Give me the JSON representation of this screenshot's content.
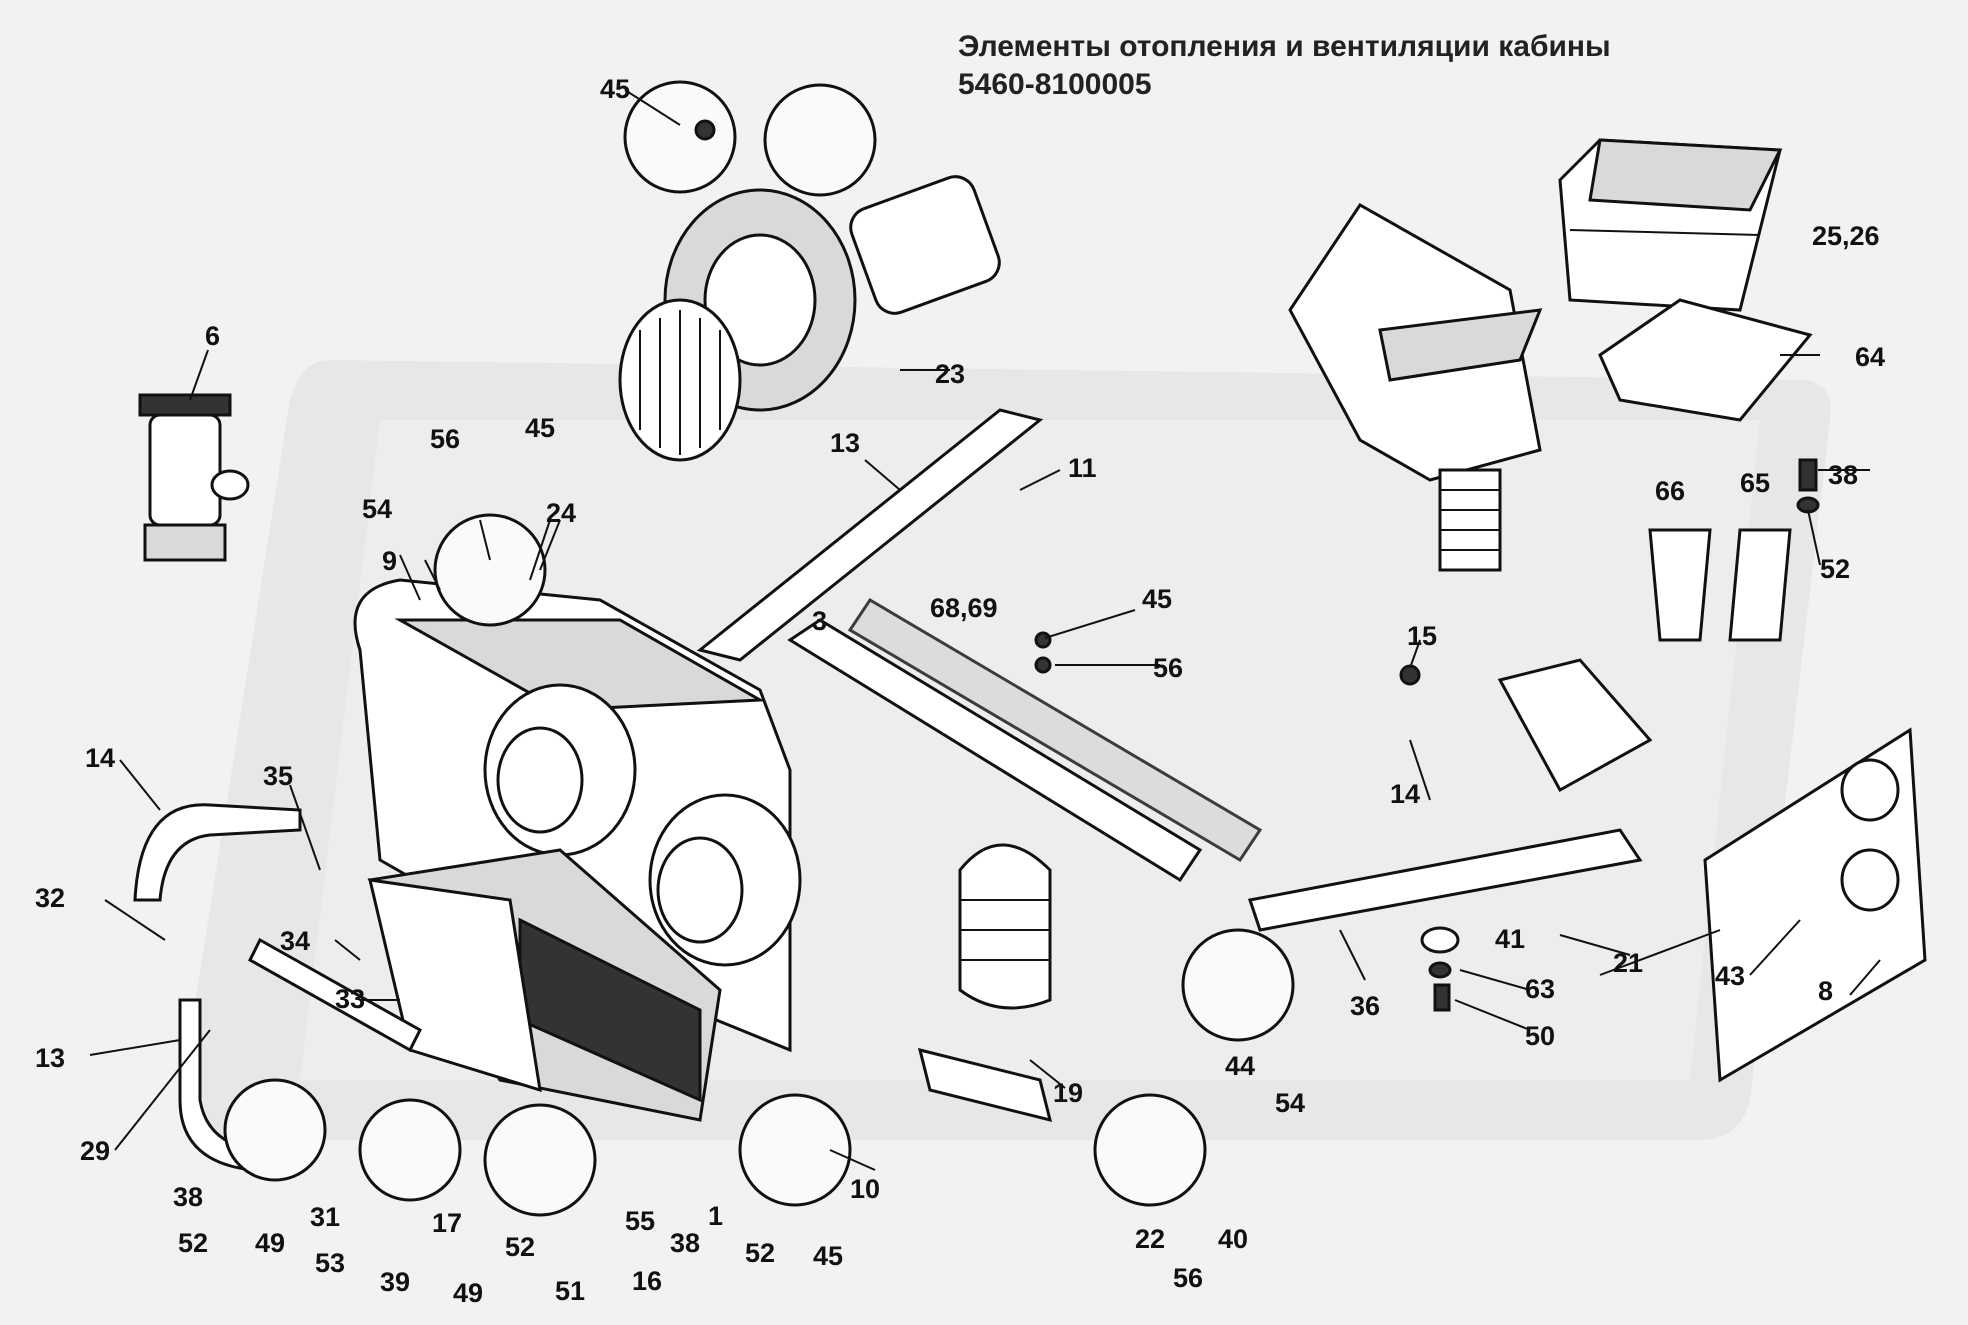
{
  "title": {
    "line1": "Элементы отопления и вентиляции кабины",
    "line2": "5460-8100005"
  },
  "callouts": {
    "c1": "1",
    "c3": "3",
    "c6": "6",
    "c8": "8",
    "c9": "9",
    "c10": "10",
    "c11": "11",
    "c13a": "13",
    "c13b": "13",
    "c14a": "14",
    "c14b": "14",
    "c15": "15",
    "c16": "16",
    "c17": "17",
    "c19": "19",
    "c21": "21",
    "c22": "22",
    "c23": "23",
    "c24": "24",
    "c2526": "25,26",
    "c29": "29",
    "c31": "31",
    "c32": "32",
    "c33": "33",
    "c34": "34",
    "c35": "35",
    "c36": "36",
    "c38a": "38",
    "c38b": "38",
    "c38c": "38",
    "c39": "39",
    "c40": "40",
    "c41": "41",
    "c43": "43",
    "c44": "44",
    "c45a": "45",
    "c45b": "45",
    "c45c": "45",
    "c45d": "45",
    "c49a": "49",
    "c49b": "49",
    "c50": "50",
    "c51": "51",
    "c52a": "52",
    "c52b": "52",
    "c52c": "52",
    "c52d": "52",
    "c53": "53",
    "c54a": "54",
    "c54b": "54",
    "c55": "55",
    "c56a": "56",
    "c56b": "56",
    "c56c": "56",
    "c63": "63",
    "c64": "64",
    "c65": "65",
    "c66": "66",
    "c6869": "68,69"
  }
}
